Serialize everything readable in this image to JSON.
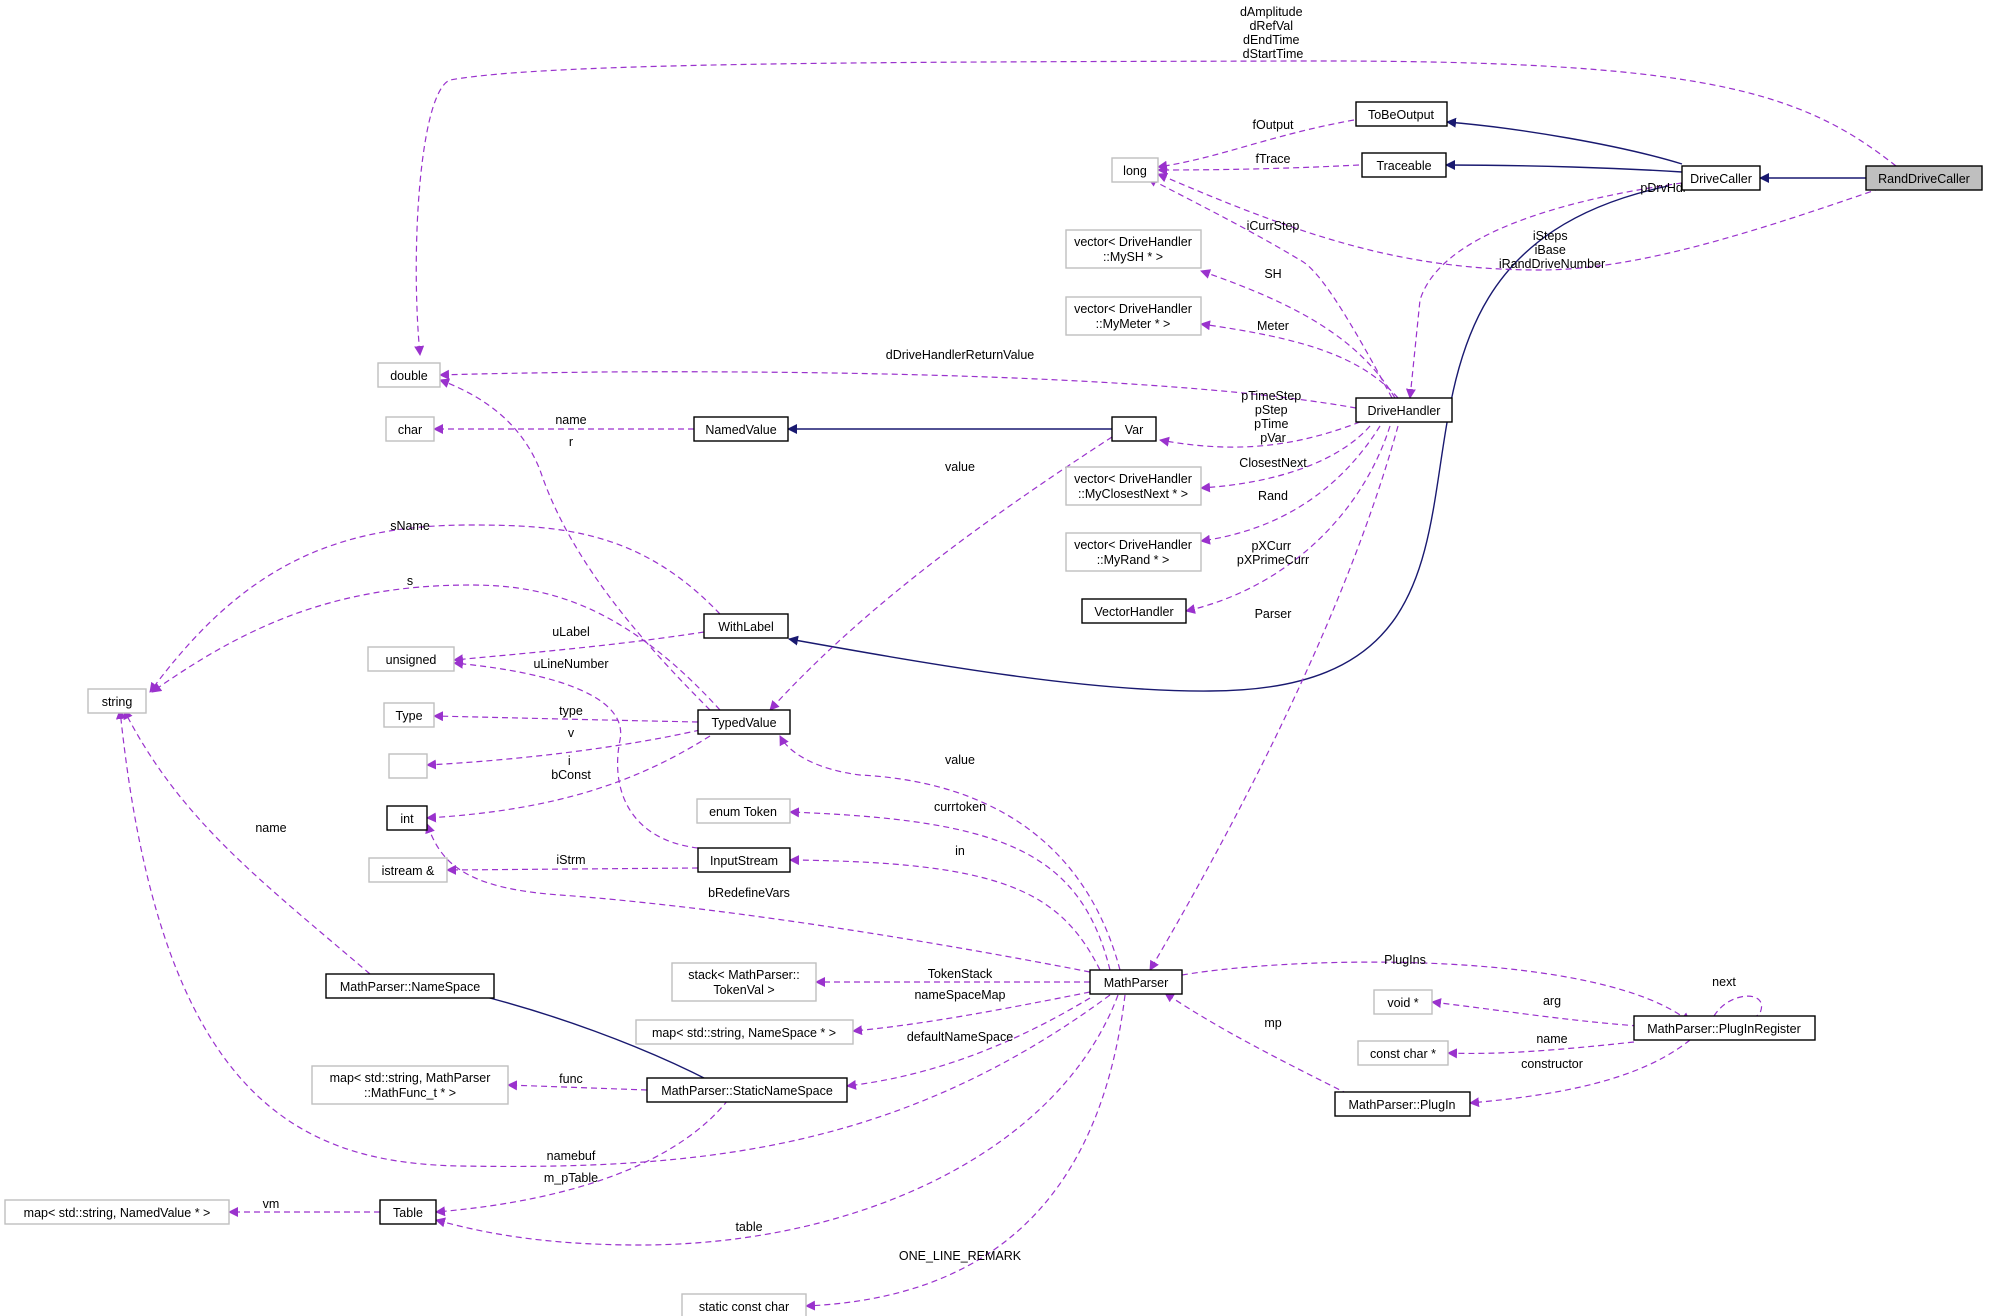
{
  "nodes": {
    "RandDriveCaller": "RandDriveCaller",
    "DriveCaller": "DriveCaller",
    "ToBeOutput": "ToBeOutput",
    "Traceable": "Traceable",
    "long": "long",
    "vectorMySH": [
      "vector< DriveHandler",
      "::MySH * >"
    ],
    "vectorMyMeter": [
      "vector< DriveHandler",
      "::MyMeter * >"
    ],
    "double": "double",
    "char": "char",
    "NamedValue": "NamedValue",
    "Var": "Var",
    "DriveHandler": "DriveHandler",
    "vectorMyClosestNext": [
      "vector< DriveHandler",
      "::MyClosestNext * >"
    ],
    "vectorMyRand": [
      "vector< DriveHandler",
      "::MyRand * >"
    ],
    "VectorHandler": "VectorHandler",
    "WithLabel": "WithLabel",
    "unsigned": "unsigned",
    "string": "string",
    "Type": "Type",
    "blank": "",
    "TypedValue": "TypedValue",
    "int": "int",
    "enumToken": "enum Token",
    "istream": "istream &",
    "InputStream": "InputStream",
    "NameSpace": "MathParser::NameSpace",
    "stackTokenVal": [
      "stack< MathParser::",
      "TokenVal >"
    ],
    "MathParser": "MathParser",
    "mapNameSpace": "map< std::string, NameSpace * >",
    "mapMathFunc": [
      "map< std::string, MathParser",
      "::MathFunc_t * >"
    ],
    "StaticNameSpace": "MathParser::StaticNameSpace",
    "voidPtr": "void *",
    "constCharPtr": "const char *",
    "PlugInRegister": "MathParser::PlugInRegister",
    "PlugIn": "MathParser::PlugIn",
    "mapNamedValue": "map< std::string, NamedValue * >",
    "Table": "Table",
    "staticConstChar": "static const char"
  },
  "labels": {
    "dAmplitude": [
      "dAmplitude",
      "dRefVal",
      "dEndTime",
      "dStartTime"
    ],
    "fOutput": "fOutput",
    "fTrace": "fTrace",
    "pDrvHdl": "pDrvHdl",
    "iSteps": [
      "iSteps",
      "iBase",
      "iRandDriveNumber"
    ],
    "iCurrStep": "iCurrStep",
    "SH": "SH",
    "Meter": "Meter",
    "dDriveHandlerReturnValue": "dDriveHandlerReturnValue",
    "pTimeStep": [
      "pTimeStep",
      "pStep",
      "pTime",
      "pVar"
    ],
    "ClosestNext": "ClosestNext",
    "Rand": "Rand",
    "pXCurr": [
      "pXCurr",
      "pXPrimeCurr"
    ],
    "Parser": "Parser",
    "name_char": "name",
    "r": "r",
    "value_var": "value",
    "sName": "sName",
    "s": "s",
    "uLabel": "uLabel",
    "uLineNumber": "uLineNumber",
    "type": "type",
    "v": "v",
    "ibConst": [
      "i",
      "bConst"
    ],
    "value_tv": "value",
    "currtoken": "currtoken",
    "in": "in",
    "iStrm": "iStrm",
    "name_string": "name",
    "bRedefineVars": "bRedefineVars",
    "TokenStack": "TokenStack",
    "nameSpaceMap": "nameSpaceMap",
    "defaultNameSpace": "defaultNameSpace",
    "PlugIns": "PlugIns",
    "next": "next",
    "arg": "arg",
    "name_plugin": "name",
    "constructor": "constructor",
    "mp": "mp",
    "func": "func",
    "namebuf": "namebuf",
    "m_pTable": "m_pTable",
    "vm": "vm",
    "table": "table",
    "ONE_LINE_REMARK": "ONE_LINE_REMARK"
  },
  "colors": {
    "inheritance": "#191970",
    "member": "#9a32cd",
    "focus_fill": "#bfbfbf",
    "external_border": "#bfbfbf"
  }
}
